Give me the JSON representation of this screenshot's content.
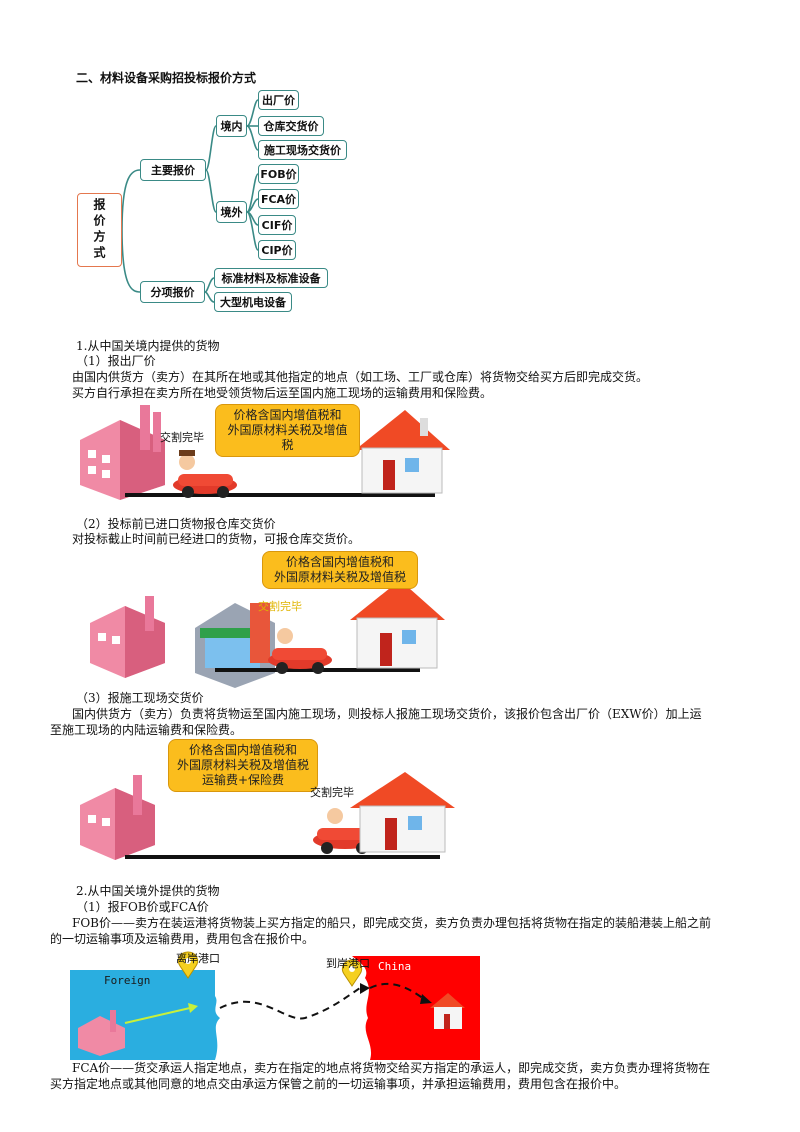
{
  "section_title": "二、材料设备采购招投标报价方式",
  "mindmap": {
    "root": "报价方式",
    "main": "主要报价",
    "sub": "分项报价",
    "domestic": "境内",
    "foreign": "境外",
    "domestic_items": [
      "出厂价",
      "仓库交货价",
      "施工现场交货价"
    ],
    "foreign_items": [
      "FOB价",
      "FCA价",
      "CIF价",
      "CIP价"
    ],
    "sub_items": [
      "标准材料及标准设备",
      "大型机电设备"
    ]
  },
  "s1": {
    "title": "1.从中国关境内提供的货物",
    "p1_title": "（1）报出厂价",
    "p1_line1": "由国内供货方（卖方）在其所在地或其他指定的地点（如工场、工厂或仓库）将货物交给买方后即完成交货。",
    "p1_line2": "买方自行承担在卖方所在地受领货物后运至国内施工现场的运输费用和保险费。",
    "fig1_bubble": [
      "价格含国内增值税和",
      "外国原材料关税及增值税"
    ],
    "fig1_label": "交割完毕",
    "p2_title": "（2）投标前已进口货物报仓库交货价",
    "p2_line1": "对投标截止时间前已经进口的货物，可报仓库交货价。",
    "fig2_bubble": [
      "价格含国内增值税和",
      "外国原材料关税及增值税"
    ],
    "fig2_label": "交割完毕",
    "p3_title": "（3）报施工现场交货价",
    "p3_line1": "国内供货方（卖方）负责将货物运至国内施工现场，则投标人报施工现场交货价，该报价包含出厂价（EXW价）加上运",
    "p3_line2": "至施工现场的内陆运输费和保险费。",
    "fig3_bubble": [
      "价格含国内增值税和",
      "外国原材料关税及增值税",
      "运输费+保险费"
    ],
    "fig3_label": "交割完毕"
  },
  "s2": {
    "title": "2.从中国关境外提供的货物",
    "p1_title": "（1）报FOB价或FCA价",
    "fob_line1": "FOB价——卖方在装运港将货物装上买方指定的船只，即完成交货，卖方负责办理包括将货物在指定的装船港装上船之前",
    "fob_line2": "的一切运输事项及运输费用，费用包含在报价中。",
    "map_foreign": "Foreign",
    "map_china": "China",
    "map_depart": "离岸港口",
    "map_arrive": "到岸港口",
    "fca_line1": "FCA价——货交承运人指定地点，卖方在指定的地点将货物交给买方指定的承运人，即完成交货，卖方负责办理将货物在",
    "fca_line2": "买方指定地点或其他同意的地点交由承运方保管之前的一切运输事项，并承担运输费用，费用包含在报价中。"
  },
  "colors": {
    "teal": "#3a8a86",
    "orange": "#e4774e",
    "bubble": "#fbbd1d",
    "sea": "#2aaee0",
    "red": "#ff0000"
  }
}
